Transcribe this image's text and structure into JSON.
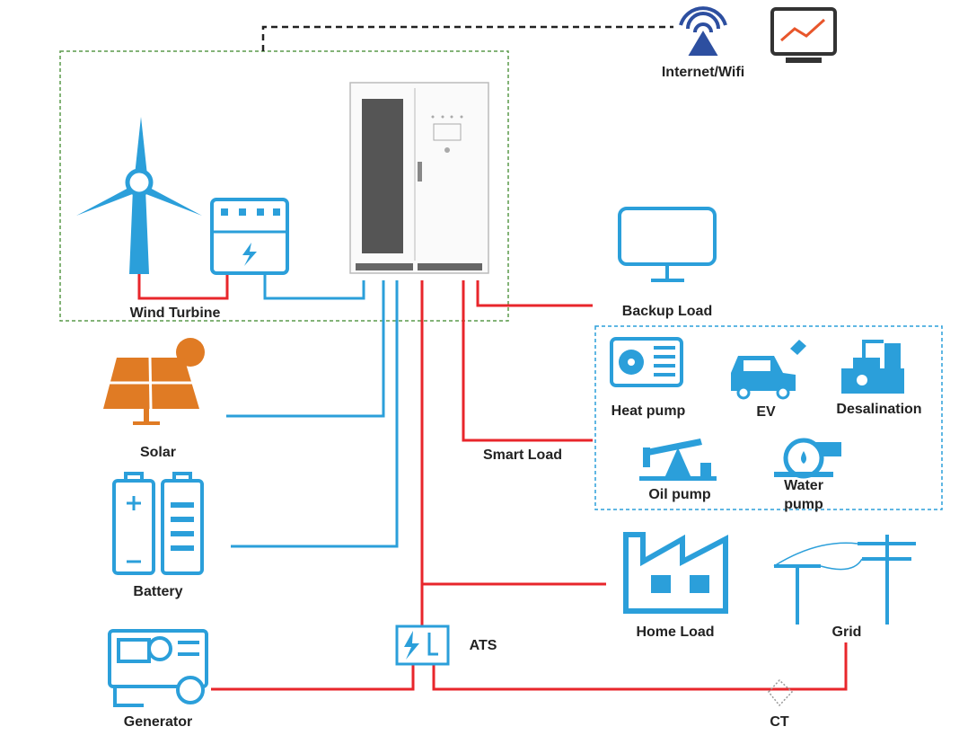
{
  "labels": {
    "internet": "Internet/Wifi",
    "wind_turbine": "Wind Turbine",
    "backup_load": "Backup Load",
    "heat_pump": "Heat pump",
    "ev": "EV",
    "desalination": "Desalination",
    "smart_load": "Smart Load",
    "oil_pump": "Oil pump",
    "water_pump_1": "Water",
    "water_pump_2": "pump",
    "solar": "Solar",
    "battery": "Battery",
    "home_load": "Home Load",
    "grid": "Grid",
    "ats": "ATS",
    "generator": "Generator",
    "ct": "CT"
  },
  "colors": {
    "dc_line": "#2b9fda",
    "ac_line": "#e8262b",
    "solar": "#e07b24",
    "enclosure": "#5a9a4a",
    "smart_box": "#2b9fda"
  },
  "icons": [
    "wifi-icon",
    "monitor-chart-icon",
    "ess-cabinet-icon",
    "wind-turbine-icon",
    "controller-icon",
    "solar-panel-icon",
    "battery-icon",
    "generator-icon",
    "ats-icon",
    "backup-monitor-icon",
    "heat-pump-icon",
    "ev-icon",
    "desalination-icon",
    "oil-pump-icon",
    "water-pump-icon",
    "factory-icon",
    "power-pole-icon",
    "ct-icon"
  ]
}
